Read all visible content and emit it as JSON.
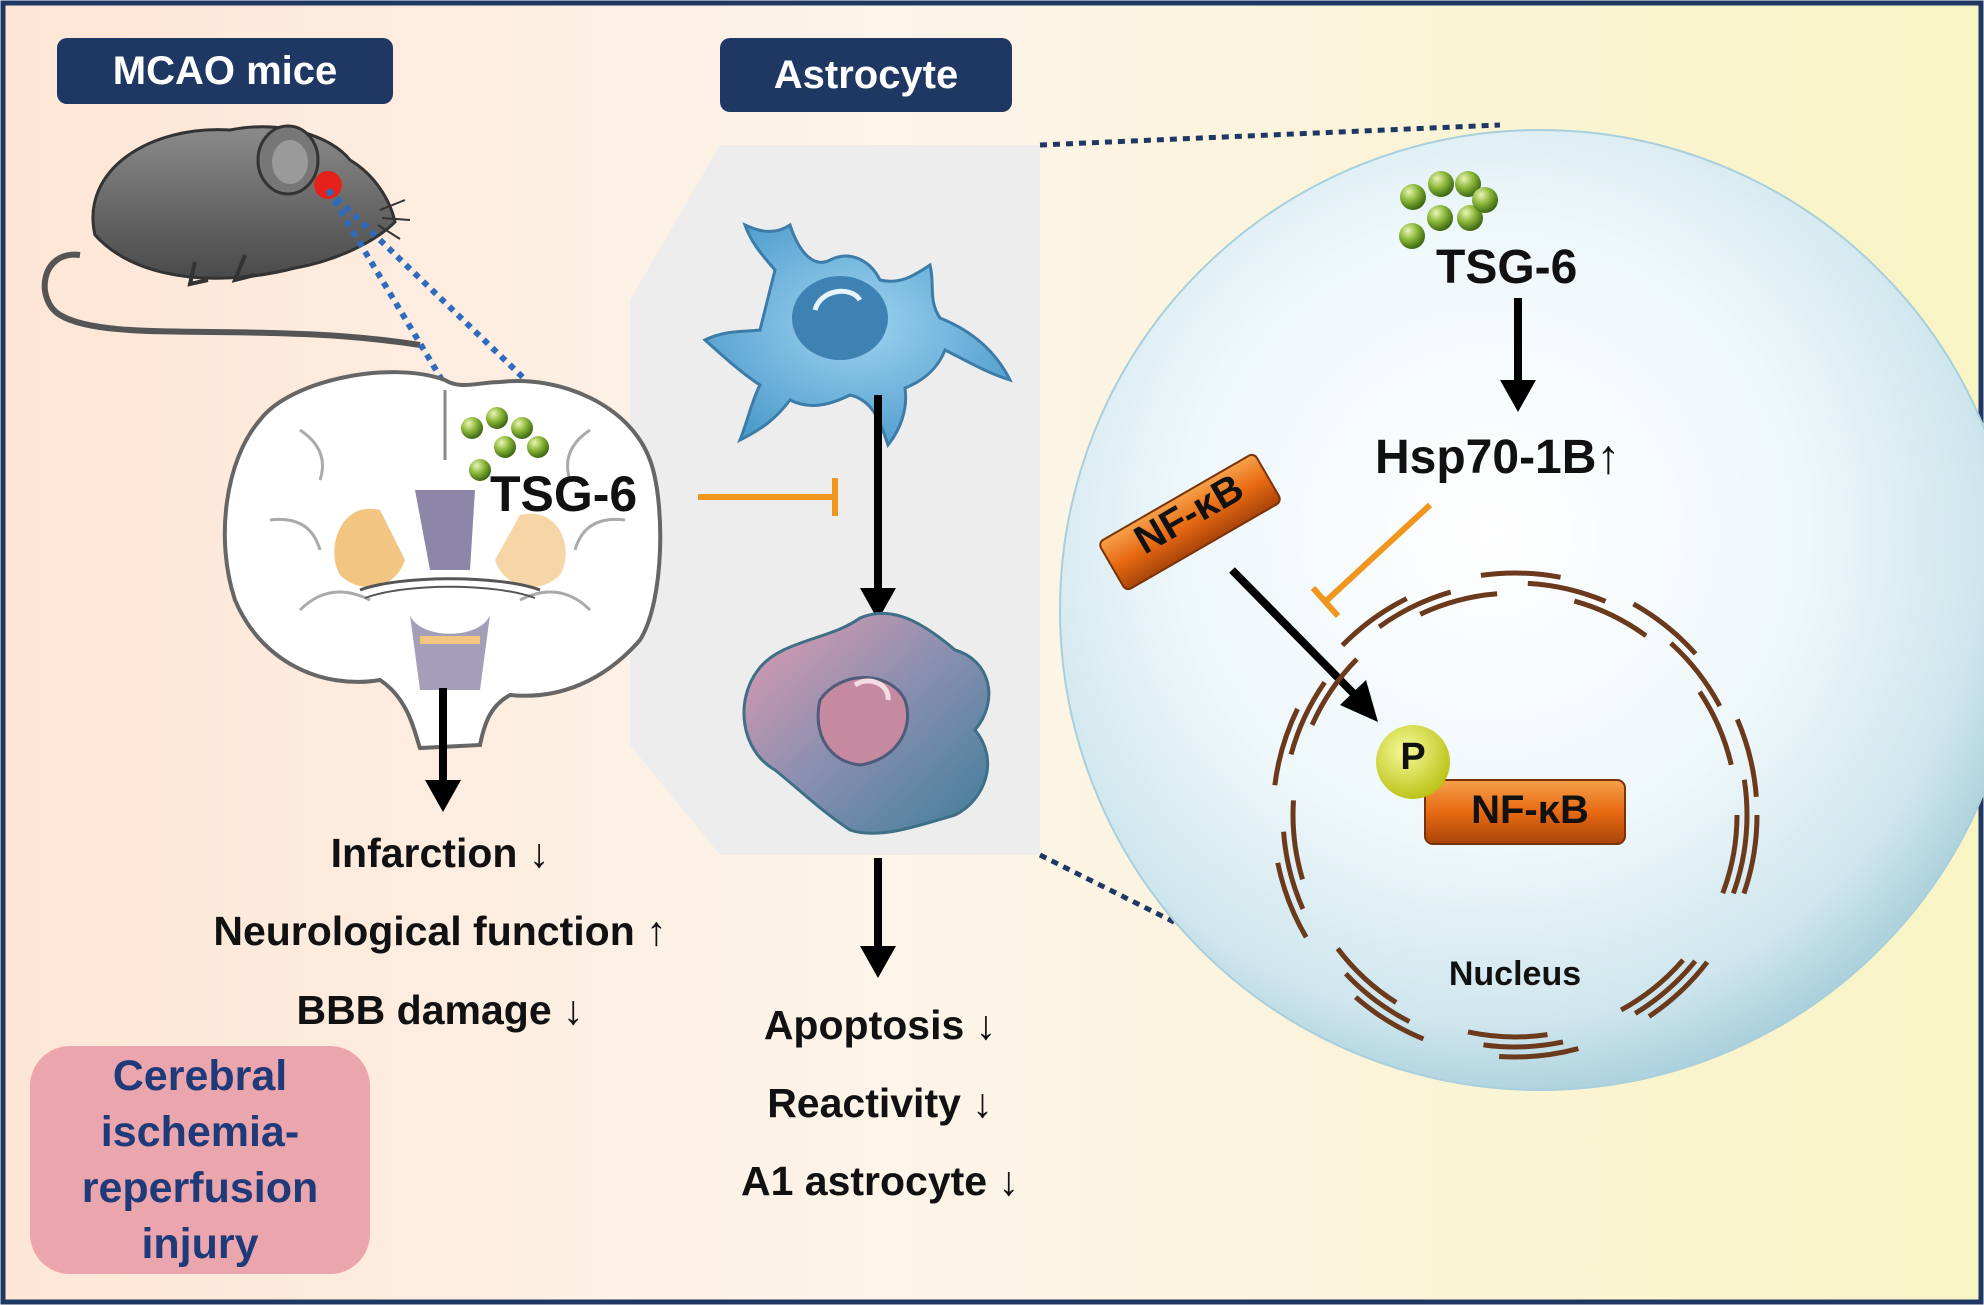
{
  "panels": {
    "left_tag": "MCAO mice",
    "center_tag": "Astrocyte"
  },
  "brain": {
    "tsg_label": "TSG-6",
    "outcomes": [
      "Infarction ↓",
      "Neurological function ↑",
      "BBB damage ↓"
    ]
  },
  "disease_box": {
    "lines": [
      "Cerebral",
      "ischemia-",
      "reperfusion",
      "injury"
    ]
  },
  "astrocyte": {
    "outcomes": [
      "Apoptosis ↓",
      "Reactivity ↓",
      "A1 astrocyte ↓"
    ]
  },
  "cell": {
    "tsg_label": "TSG-6",
    "hsp_label": "Hsp70-1B↑",
    "nfkb_cytoplasm": "NF-κB",
    "phospho": "P",
    "nfkb_nucleus": "NF-κB",
    "nucleus_label": "Nucleus"
  },
  "colors": {
    "tag_bg": "#1f3763",
    "inhibit_arrow": "#f0961e",
    "connector_dots": "#1f3763",
    "mouse_dots": "#2e6bbd",
    "nfkb_box": "#e86a12",
    "phospho_ball": "#d8e21c",
    "nucleus_membrane": "#6b3a1d",
    "disease_box_bg": "#eba5ad",
    "disease_text": "#1f3a78"
  }
}
